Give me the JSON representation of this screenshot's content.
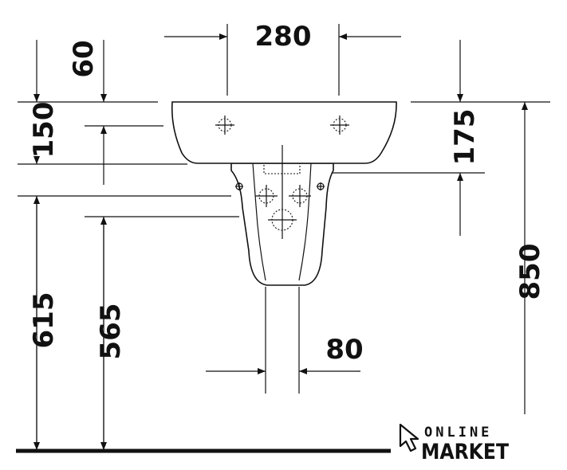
{
  "dimensions": {
    "top_width": "280",
    "top_offset": "60",
    "left_upper": "150",
    "right_upper": "175",
    "left_lower": "615",
    "left_inner": "565",
    "right_total": "850",
    "bottom_width": "80"
  },
  "logo": {
    "line1": "ONLINE",
    "line2": "MARKET"
  }
}
